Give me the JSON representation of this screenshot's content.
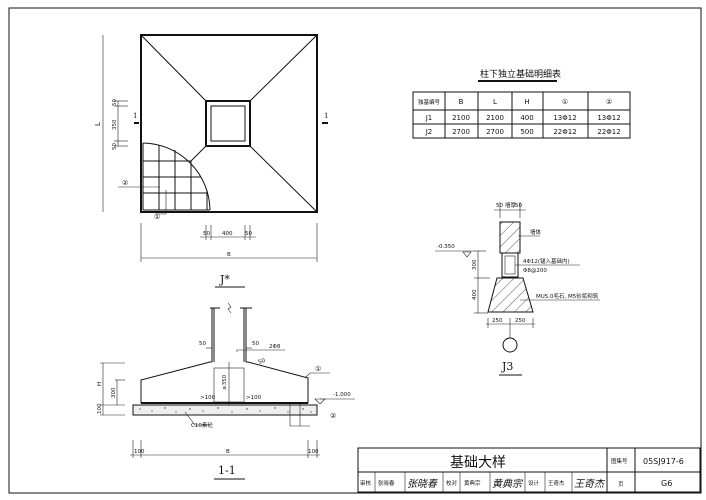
{
  "plan": {
    "title": "J*",
    "section_mark": "1",
    "dim_L": "L",
    "dim_50_top": "50",
    "dim_350": "350",
    "dim_50_bottom": "50",
    "dim_50_left": "50",
    "dim_400": "400",
    "dim_50_right": "50",
    "dim_B": "B",
    "rebar_1": "①",
    "rebar_2": "②"
  },
  "section": {
    "title": "1-1",
    "dim_50_left": "50",
    "dim_50_right": "50",
    "dim_50_slope": "50",
    "rebar_2phi8": "2Φ8",
    "dim_ge350": "≥350",
    "dim_ge100_left": ">100",
    "dim_ge100_right": ">100",
    "dim_H": "H",
    "dim_300": "300",
    "dim_100": "100",
    "elevation": "-1.000",
    "cushion": "C10素砼",
    "dim_B": "B",
    "dim_100_left": "100",
    "dim_100_right": "100",
    "rebar_1": "①",
    "rebar_2": "②"
  },
  "table": {
    "title": "柱下独立基础明细表",
    "headers": [
      "独基编号",
      "B",
      "L",
      "H",
      "①",
      "②"
    ],
    "rows": [
      [
        "J1",
        "2100",
        "2100",
        "400",
        "13Φ12",
        "13Φ12"
      ],
      [
        "J2",
        "2700",
        "2700",
        "500",
        "22Φ12",
        "22Φ12"
      ]
    ]
  },
  "j3": {
    "title": "J3",
    "dim_50_left": "50",
    "wall_thickness": "墙厚",
    "dim_50_right": "50",
    "wall_label": "墙体",
    "elevation": "-0.350",
    "dim_300": "300",
    "dim_400": "400",
    "beam_rebar": "4Φ12(锚入基础内)",
    "stirrup": "Φ8@200",
    "material": "MU5.0毛石, M5砂浆砌筑",
    "dim_250_left": "250",
    "dim_250_right": "250"
  },
  "title_block": {
    "drawing_title": "基础大样",
    "atlas_label": "图集号",
    "atlas_no": "05SJ917-6",
    "review_label": "审核",
    "reviewer": "张晓春",
    "reviewer_sig": "张晓春",
    "check_label": "校对",
    "checker": "黄典宗",
    "checker_sig": "黄典宗",
    "design_label": "设计",
    "designer": "王奇杰",
    "designer_sig": "王奇杰",
    "page_label": "页",
    "page_no": "G6"
  }
}
